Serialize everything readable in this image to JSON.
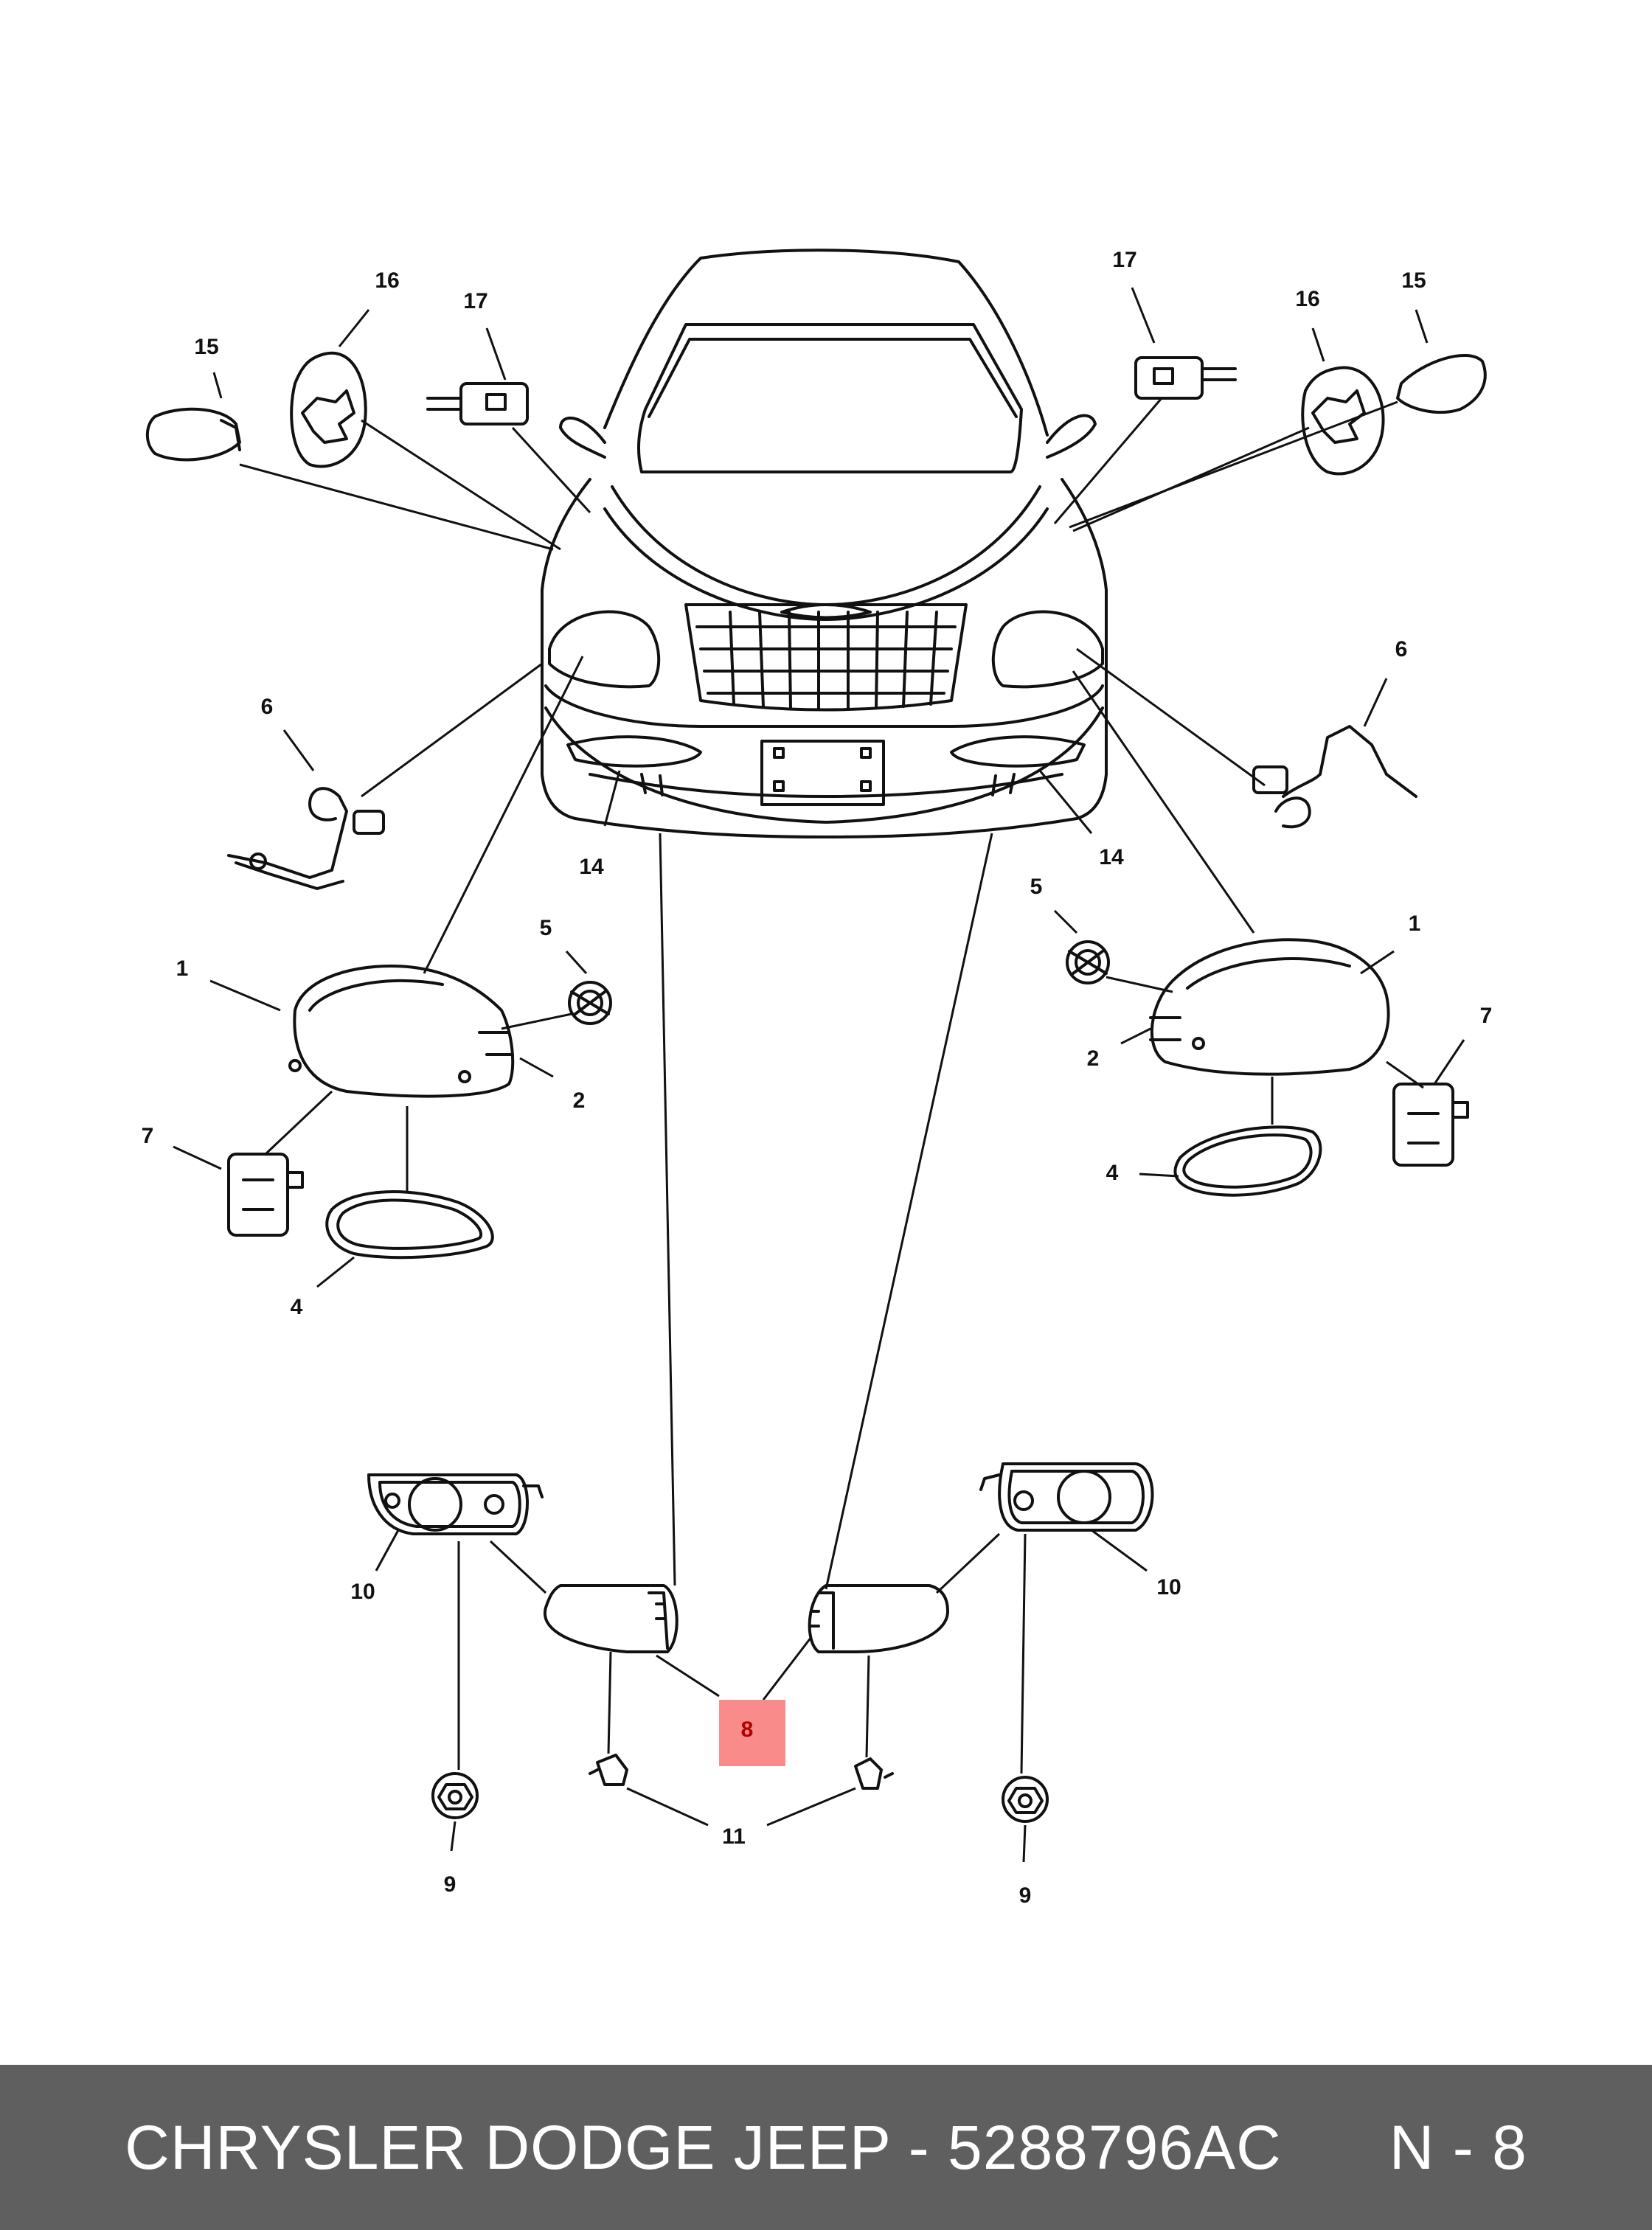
{
  "diagram": {
    "callouts": {
      "c1_left": "1",
      "c1_right": "1",
      "c2_left": "2",
      "c2_right": "2",
      "c4_left": "4",
      "c4_right": "4",
      "c5_left": "5",
      "c5_right": "5",
      "c6_left": "6",
      "c6_right": "6",
      "c7_left": "7",
      "c7_right": "7",
      "c8": "8",
      "c9_left": "9",
      "c9_right": "9",
      "c10_left": "10",
      "c10_right": "10",
      "c11": "11",
      "c14_left": "14",
      "c14_right": "14",
      "c15_left": "15",
      "c15_right": "15",
      "c16_left": "16",
      "c16_right": "16",
      "c17_left": "17",
      "c17_right": "17"
    },
    "highlight_color": "#f98b8b",
    "line_color": "#111111"
  },
  "footer": {
    "brand": "CHRYSLER DODGE JEEP",
    "separator": " - ",
    "part_number": "5288796AC",
    "page_ref": "N - 8",
    "background_color": "#5f5f5f",
    "text_color": "#ffffff"
  }
}
